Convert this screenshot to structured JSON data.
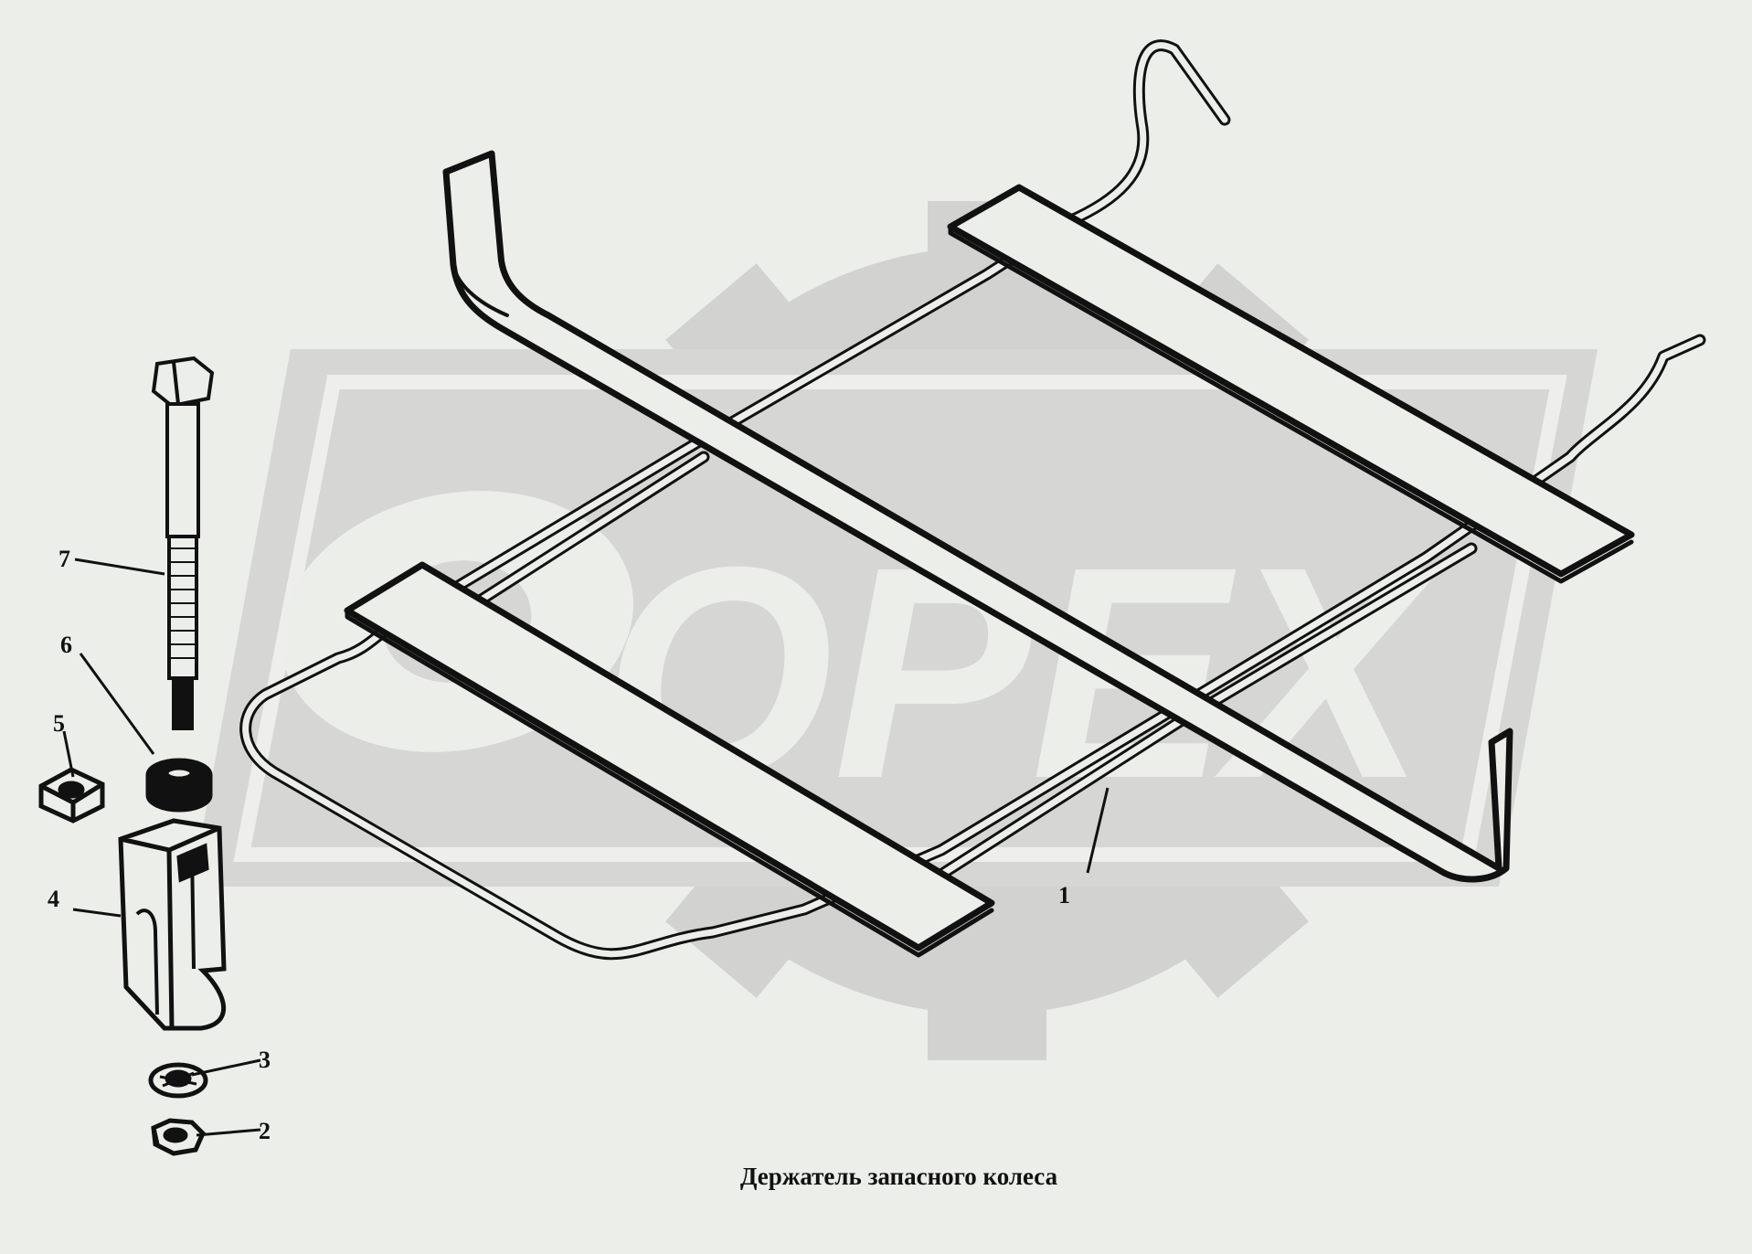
{
  "watermark": {
    "text": "OPEX"
  },
  "caption": "Держатель запасного колеса",
  "callouts": [
    {
      "id": "1",
      "label": "1"
    },
    {
      "id": "2",
      "label": "2"
    },
    {
      "id": "3",
      "label": "3"
    },
    {
      "id": "4",
      "label": "4"
    },
    {
      "id": "5",
      "label": "5"
    },
    {
      "id": "6",
      "label": "6"
    },
    {
      "id": "7",
      "label": "7"
    }
  ],
  "colors": {
    "background": "#eceeea",
    "watermark": "#d2d3d0",
    "ink": "#111111"
  }
}
